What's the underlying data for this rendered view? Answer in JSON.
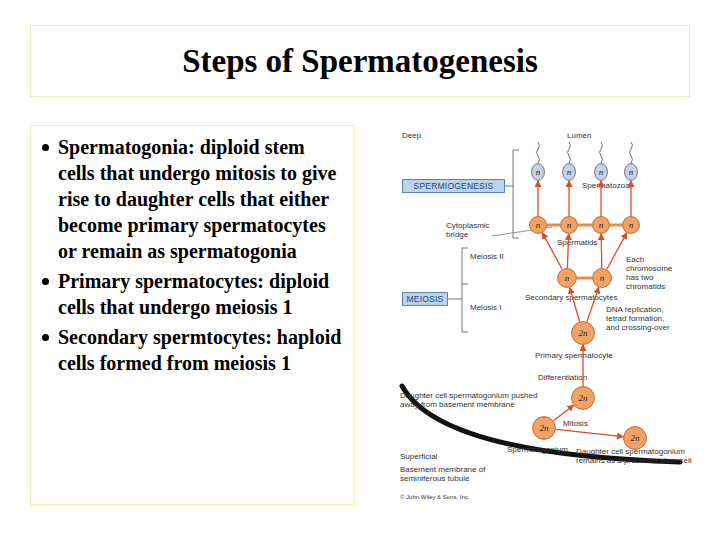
{
  "diagram": {
    "title": "Steps of Spermatogenesis",
    "nodes": [
      {
        "text": [
          "Spermatogonia: diploid stem cells that undergo mitosis to give rise to daughter cells that either become primary spermatocytes or remain as spermatogonia",
          "Primary spermatocytes: diploid cells that undergo meiosis 1",
          "Secondary spermtocytes: haploid cells formed from meiosis 1"
        ]
      },
      {
        "text": [
          "SPERMIOGENESIS"
        ]
      },
      {
        "text": [
          "n"
        ]
      },
      {
        "text": [
          "n"
        ]
      },
      {
        "text": [
          "n"
        ]
      },
      {
        "text": [
          "n"
        ]
      },
      {
        "text": [
          "n"
        ]
      },
      {
        "text": [
          "n"
        ]
      },
      {
        "text": [
          "n"
        ]
      },
      {
        "text": [
          "n"
        ]
      },
      {
        "text": [
          "MEIOSIS"
        ]
      },
      {
        "text": [
          "n"
        ]
      },
      {
        "text": [
          "n"
        ]
      },
      {
        "text": [
          "2n"
        ]
      },
      {
        "text": [
          "2n"
        ]
      },
      {
        "text": [
          "2n"
        ]
      },
      {
        "text": [
          "2n"
        ]
      }
    ],
    "edges": [
      {
        "from": 15,
        "to": 14,
        "arrow": "to"
      },
      {
        "from": 15,
        "to": 16,
        "arrow": "to"
      },
      {
        "from": 14,
        "to": 13,
        "arrow": "to"
      },
      {
        "from": 13,
        "to": 11,
        "arrow": "to"
      },
      {
        "from": 13,
        "to": 12,
        "arrow": "to"
      },
      {
        "from": 11,
        "to": 6,
        "arrow": "to"
      },
      {
        "from": 11,
        "to": 7,
        "arrow": "to"
      },
      {
        "from": 12,
        "to": 8,
        "arrow": "to"
      },
      {
        "from": 12,
        "to": 9,
        "arrow": "to"
      },
      {
        "from": 6,
        "to": 2,
        "arrow": "to"
      },
      {
        "from": 7,
        "to": 3,
        "arrow": "to"
      },
      {
        "from": 8,
        "to": 4,
        "arrow": "to"
      },
      {
        "from": 9,
        "to": 5,
        "arrow": "to"
      },
      {
        "from": 6,
        "to": 7,
        "arrow": "none"
      },
      {
        "from": 7,
        "to": 8,
        "arrow": "none"
      },
      {
        "from": 8,
        "to": 9,
        "arrow": "none"
      },
      {
        "from": 11,
        "to": 12,
        "arrow": "none"
      }
    ],
    "labels": [
      "Deep",
      "Lumen",
      "Spermatozoa",
      "Cytoplasmic bridge",
      "Spermatids",
      "Meiosis II",
      "Each chromosome has two chromatids",
      "Secondary spermatocytes",
      "Meiosis I",
      "DNA replication, tetrad formation, and crossing-over",
      "Primary spermatocyte",
      "Differentiation",
      "Daughter cell spermatogonium pushed away from basement membrane",
      "Mitosis",
      "Spermatogonium",
      "Superficial",
      "Daughter cell spermatogonium remains as a precursor stem cell",
      "Basement membrane of seminiferous tubule",
      "© John Wiley & Sons, Inc."
    ]
  }
}
